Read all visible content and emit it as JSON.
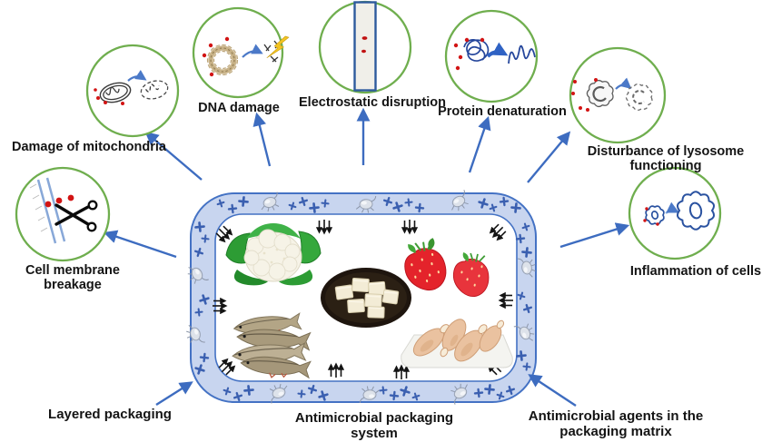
{
  "figure": {
    "type": "scientific-diagram",
    "mechanisms": [
      {
        "id": "mitochondria",
        "label": "Damage of mitochondria"
      },
      {
        "id": "dna",
        "label": "DNA damage"
      },
      {
        "id": "electrostatic",
        "label": "Electrostatic disruption"
      },
      {
        "id": "protein",
        "label": "Protein denaturation"
      },
      {
        "id": "lysosome",
        "label": "Disturbance of lysosome functioning"
      },
      {
        "id": "inflammation",
        "label": "Inflammation of cells"
      },
      {
        "id": "membrane",
        "label": "Cell membrane breakage"
      }
    ],
    "captions": {
      "layered": "Layered packaging",
      "system": "Antimicrobial packaging system",
      "agents": "Antimicrobial agents in the packaging matrix"
    },
    "foods": [
      "cauliflower",
      "strawberries",
      "tofu cubes",
      "fish",
      "chicken drumsticks"
    ],
    "icons": [
      "microbe-icon",
      "antimicrobial-plus-icon",
      "scissors-icon",
      "lightning-icon",
      "triple-migration-arrow-icon",
      "mechanism-arrow-icon"
    ],
    "colors": {
      "circle-green": "#6fae4e",
      "arrow-blue": "#3d6cc0",
      "package-fill": "#c8d5ef",
      "package-border": "#4472c4",
      "plus-blue": "#3a5fb0",
      "agent-red": "#d21414"
    }
  }
}
